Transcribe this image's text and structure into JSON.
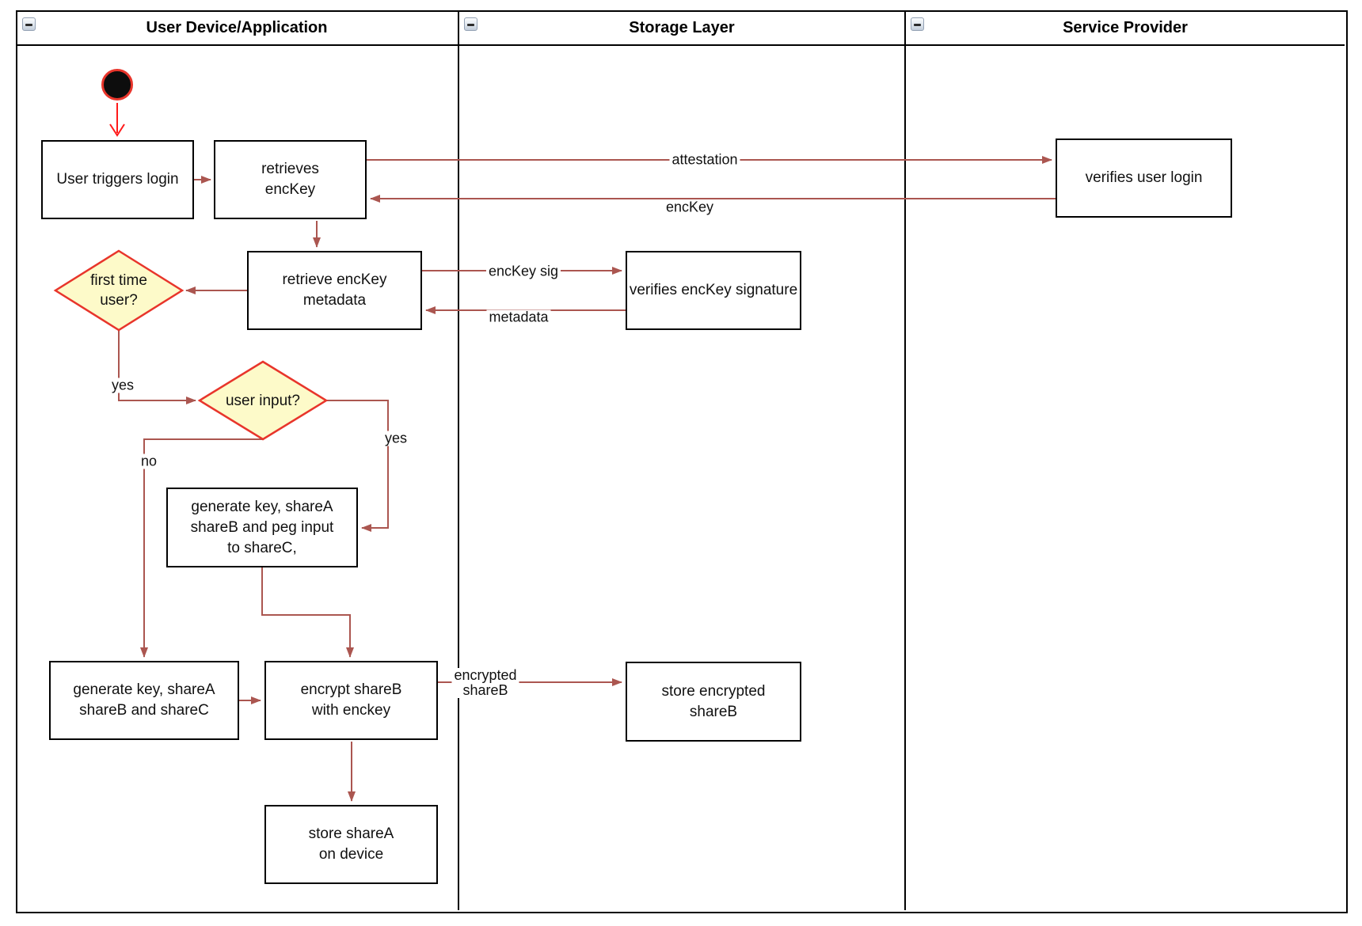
{
  "lanes": [
    {
      "title": "User Device/Application"
    },
    {
      "title": "Storage Layer"
    },
    {
      "title": "Service Provider"
    }
  ],
  "nodes": {
    "user_triggers_login": "User triggers login",
    "retrieves_enckey": "retrieves\nencKey",
    "verifies_user_login": "verifies user login",
    "retrieve_enckey_metadata": "retrieve encKey\nmetadata",
    "verifies_enckey_signature": "verifies encKey signature",
    "first_time_user": "first time\nuser?",
    "user_input": "user input?",
    "generate_key_peg_input": "generate key, shareA\nshareB and peg input\nto shareC,",
    "generate_key_sharec": "generate key, shareA\nshareB and shareC",
    "encrypt_shareb": "encrypt shareB\nwith enckey",
    "store_encrypted_shareb": "store encrypted\nshareB",
    "store_sharea": "store shareA\non device"
  },
  "edge_labels": {
    "attestation": "attestation",
    "enckey": "encKey",
    "enckey_sig": "encKey sig",
    "metadata": "metadata",
    "yes_first_time": "yes",
    "yes_user_input": "yes",
    "no_user_input": "no",
    "encrypted_shareb": "encrypted\nshareB"
  },
  "colors": {
    "connector": "#ab5650",
    "start_arrow": "#ff1a1a",
    "decision_fill": "#fdfac9",
    "decision_stroke": "#e8352b",
    "node_border": "#000000",
    "lane_border": "#000000"
  }
}
